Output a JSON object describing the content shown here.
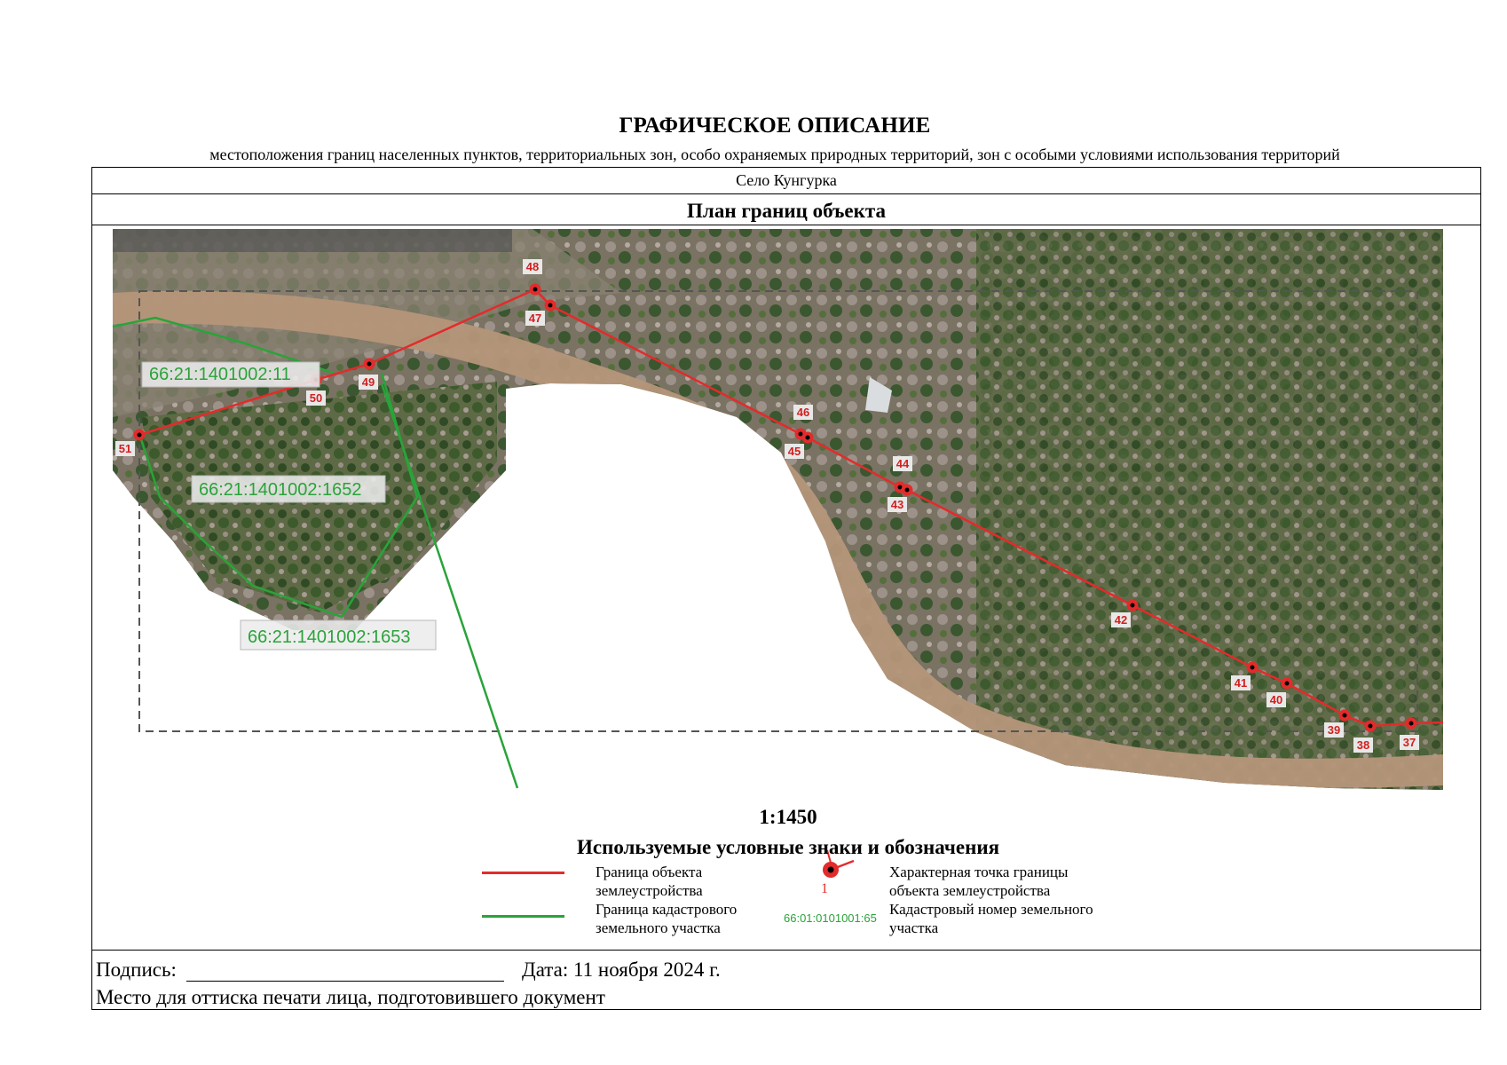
{
  "header": {
    "title": "ГРАФИЧЕСКОЕ ОПИСАНИЕ",
    "subtitle": "местоположения границ населенных пунктов, территориальных зон, особо охраняемых природных территорий, зон с особыми условиями использования территорий",
    "settlement": "Село Кунгурка",
    "plan_title": "План границ объекта"
  },
  "map": {
    "scale": "1:1450",
    "boundary_color": "#e32b2b",
    "cadastral_color": "#2aa33a",
    "points": [
      {
        "label": "37"
      },
      {
        "label": "38"
      },
      {
        "label": "39"
      },
      {
        "label": "40"
      },
      {
        "label": "41"
      },
      {
        "label": "42"
      },
      {
        "label": "43"
      },
      {
        "label": "44"
      },
      {
        "label": "45"
      },
      {
        "label": "46"
      },
      {
        "label": "47"
      },
      {
        "label": "48"
      },
      {
        "label": "49"
      },
      {
        "label": "50"
      },
      {
        "label": "51"
      }
    ],
    "parcels": [
      {
        "label": "66:21:1401002:11"
      },
      {
        "label": "66:21:1401002:1652"
      },
      {
        "label": "66:21:1401002:1653"
      }
    ]
  },
  "legend": {
    "title": "Используемые условные знаки и обозначения",
    "boundary_line": "Граница объекта землеустройства",
    "cadastral_line": "Граница кадастрового земельного участка",
    "point_sample_number": "1",
    "point_desc": "Характерная точка границы объекта землеустройства",
    "cadastral_number_sample": "66:01:0101001:65",
    "cadastral_number_desc": "Кадастровый номер земельного участка"
  },
  "footer": {
    "signature_label": "Подпись:",
    "date_text": "Дата: 11 ноября 2024 г.",
    "stamp_text": "Место для оттиска печати лица, подготовившего документ"
  }
}
